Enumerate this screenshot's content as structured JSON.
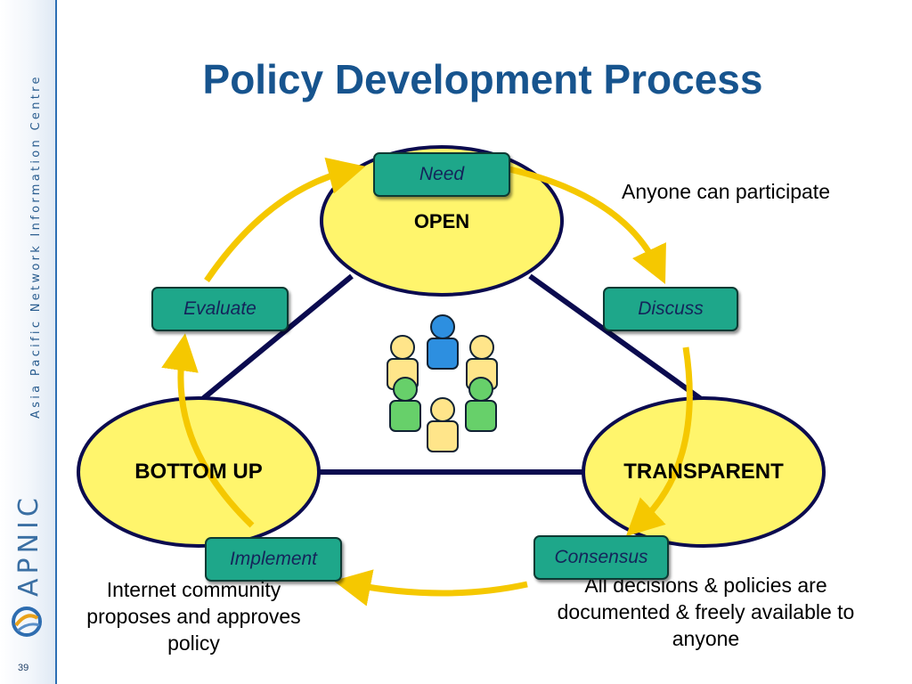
{
  "slide": {
    "title": "Policy Development Process",
    "page_number": "39"
  },
  "sidebar": {
    "org_name": "Asia Pacific Network Information Centre",
    "brand": "APNIC"
  },
  "diagram": {
    "principles": {
      "top": "OPEN",
      "left": "BOTTOM UP",
      "right": "TRANSPARENT"
    },
    "steps": {
      "need": "Need",
      "discuss": "Discuss",
      "consensus": "Consensus",
      "implement": "Implement",
      "evaluate": "Evaluate"
    },
    "notes": {
      "open": "Anyone can participate",
      "bottom_up": "Internet community proposes and approves policy",
      "transparent": "All decisions & policies are documented & freely available to anyone"
    }
  },
  "colors": {
    "title": "#17548e",
    "ellipse_fill": "#fff56c",
    "ellipse_stroke": "#0b0b4f",
    "triangle": "#0b0b4f",
    "step_box": "#1ea78a",
    "arrow": "#f5c800"
  }
}
